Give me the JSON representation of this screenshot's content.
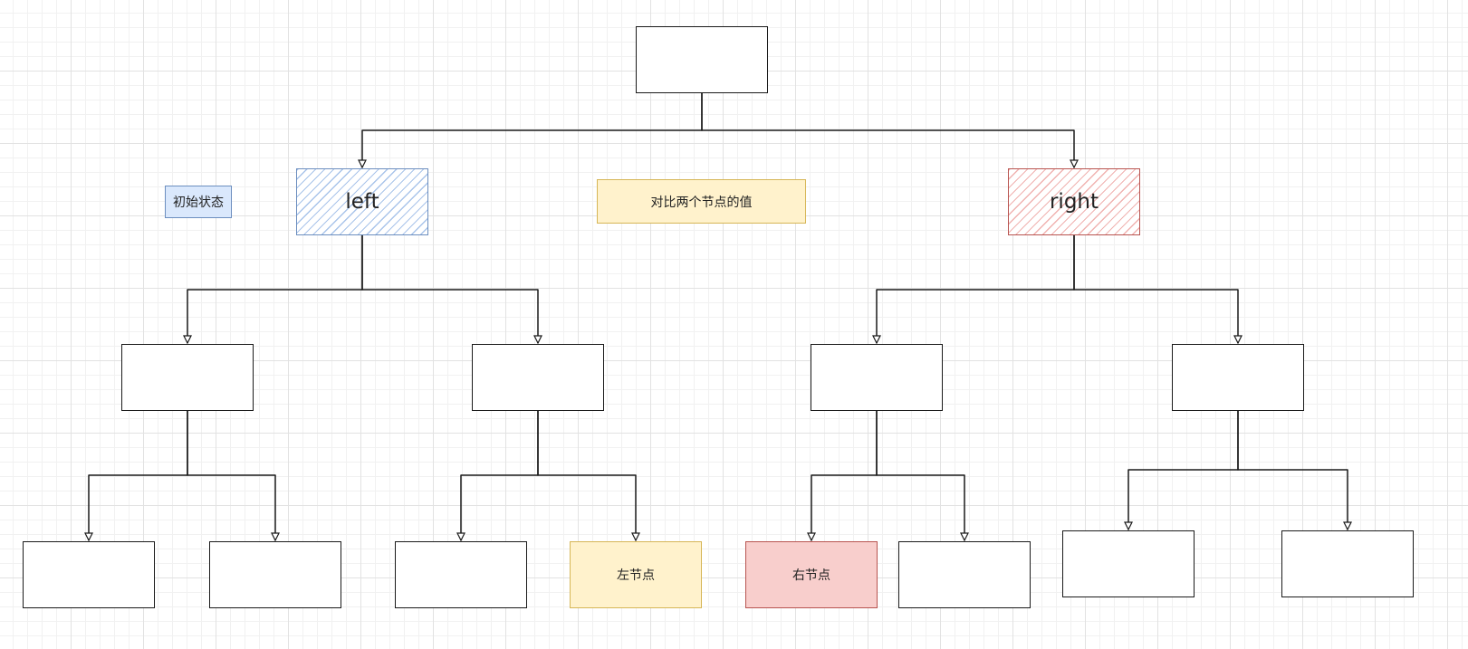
{
  "diagram": {
    "nodes": [
      {
        "id": "root",
        "label": ""
      },
      {
        "id": "left",
        "label": "left",
        "fill": "#dae8fc",
        "stroke": "#6c8ebf",
        "hatched": true
      },
      {
        "id": "right",
        "label": "right",
        "fill": "#f8cecc",
        "stroke": "#b85450",
        "hatched": true
      },
      {
        "id": "l1",
        "label": ""
      },
      {
        "id": "l2",
        "label": ""
      },
      {
        "id": "r1",
        "label": ""
      },
      {
        "id": "r2",
        "label": ""
      },
      {
        "id": "l1a",
        "label": ""
      },
      {
        "id": "l1b",
        "label": ""
      },
      {
        "id": "l2a",
        "label": ""
      },
      {
        "id": "l2b",
        "label": "左节点",
        "fill": "#fff2cc",
        "stroke": "#d6b656"
      },
      {
        "id": "r1a",
        "label": "右节点",
        "fill": "#f8cecc",
        "stroke": "#b85450"
      },
      {
        "id": "r1b",
        "label": ""
      },
      {
        "id": "r2a",
        "label": ""
      },
      {
        "id": "r2b",
        "label": ""
      }
    ],
    "edges": [
      [
        "root",
        "left"
      ],
      [
        "root",
        "right"
      ],
      [
        "left",
        "l1"
      ],
      [
        "left",
        "l2"
      ],
      [
        "right",
        "r1"
      ],
      [
        "right",
        "r2"
      ],
      [
        "l1",
        "l1a"
      ],
      [
        "l1",
        "l1b"
      ],
      [
        "l2",
        "l2a"
      ],
      [
        "l2",
        "l2b"
      ],
      [
        "r1",
        "r1a"
      ],
      [
        "r1",
        "r1b"
      ],
      [
        "r2",
        "r2a"
      ],
      [
        "r2",
        "r2b"
      ]
    ],
    "notes": [
      {
        "id": "initial-state",
        "text": "初始状态",
        "fill": "#dae8fc",
        "stroke": "#6c8ebf"
      },
      {
        "id": "compare",
        "text": "对比两个节点的值",
        "fill": "#fff2cc",
        "stroke": "#d6b656"
      }
    ]
  }
}
